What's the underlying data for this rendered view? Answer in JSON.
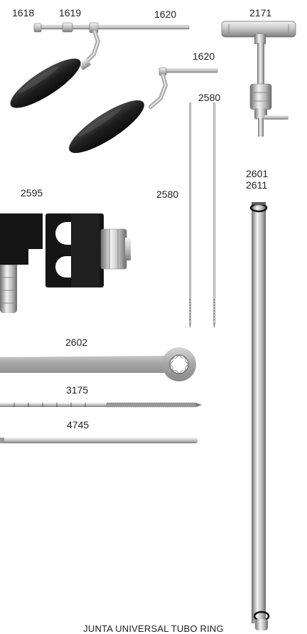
{
  "labels": {
    "p1618": "1618",
    "p1619": "1619",
    "p1620a": "1620",
    "p2171": "2171",
    "p1620b": "1620",
    "p2580a": "2580",
    "p2580b": "2580",
    "p2595": "2595",
    "p2601": "2601",
    "p2611": "2611",
    "p2602": "2602",
    "p3175": "3175",
    "p4745": "4745"
  },
  "caption": "JUNTA UNIVERSAL TUBO RING",
  "icons": {
    "handle_a": "t-wrench-with-knob-icon",
    "handle_b": "offset-crank-handle-icon",
    "chuck": "t-handle-chuck-icon",
    "wires": "guide-wire-icon",
    "clamp": "universal-clamp-icon",
    "rod": "long-rod-icon",
    "wrench": "ring-wrench-icon",
    "drill": "drill-bit-icon",
    "pin": "pin-icon"
  },
  "colors": {
    "metal_light": "#e8e8e8",
    "metal_mid": "#b9b9b9",
    "metal_dark": "#7a7a7a",
    "knob_dark": "#2a2a2a",
    "clamp_black": "#141414"
  }
}
